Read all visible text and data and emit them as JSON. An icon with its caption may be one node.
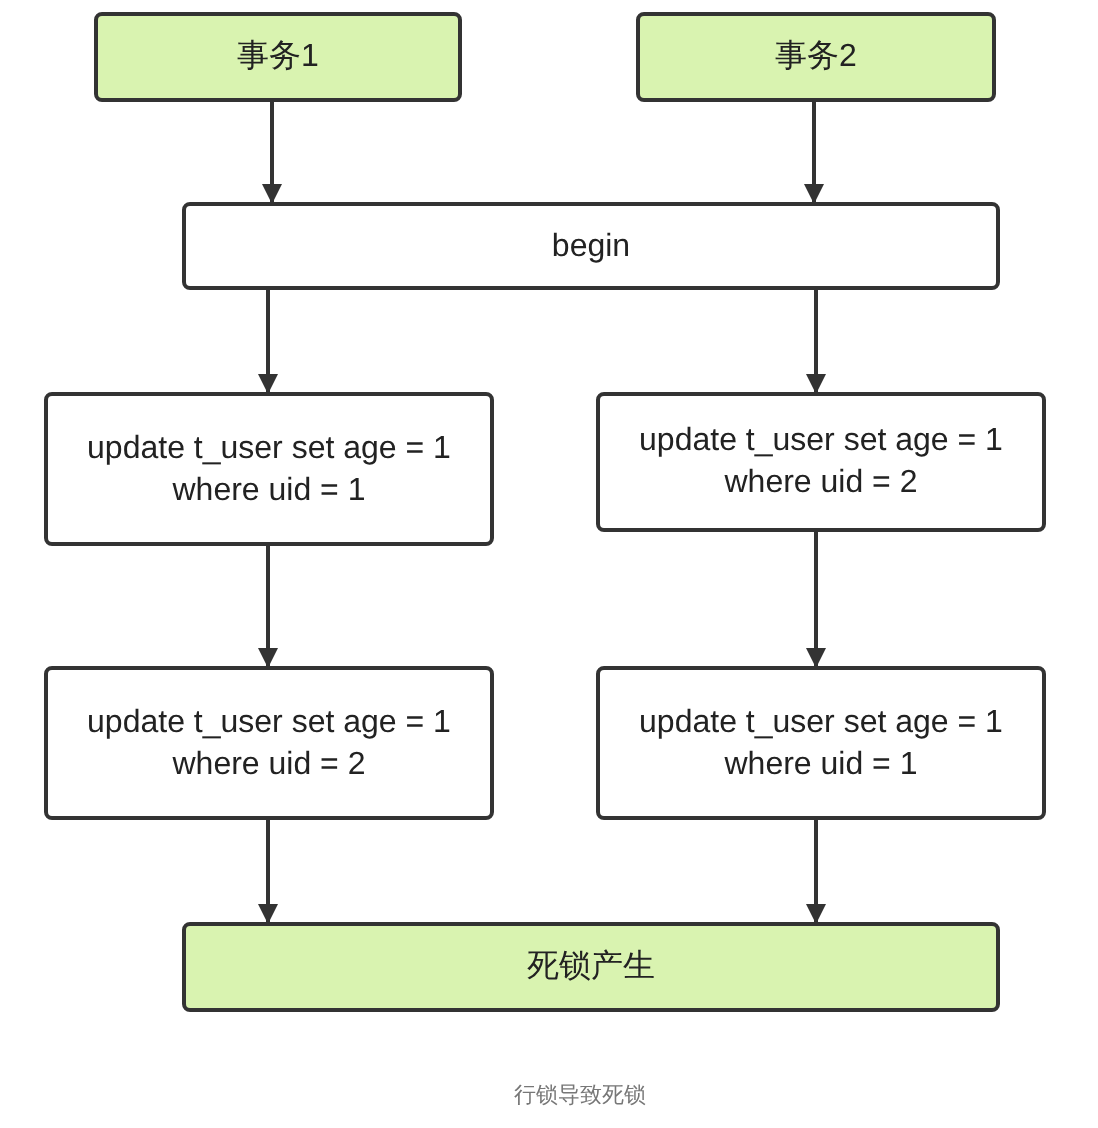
{
  "diagram": {
    "caption": "行锁导致死锁",
    "nodes": [
      {
        "text": [
          "事务1"
        ]
      },
      {
        "text": [
          "事务2"
        ]
      },
      {
        "text": [
          "begin"
        ]
      },
      {
        "text": [
          "update t_user set age = 1 where uid = 1"
        ]
      },
      {
        "text": [
          "update t_user set age = 1 where uid = 2"
        ]
      },
      {
        "text": [
          "update t_user set age = 1 where uid = 2"
        ]
      },
      {
        "text": [
          "update t_user set age = 1 where uid = 1"
        ]
      },
      {
        "text": [
          "死锁产生"
        ]
      }
    ],
    "edges": [
      {
        "from": 0,
        "to": 2,
        "arrow": "to"
      },
      {
        "from": 1,
        "to": 2,
        "arrow": "to"
      },
      {
        "from": 2,
        "to": 3,
        "arrow": "to"
      },
      {
        "from": 2,
        "to": 4,
        "arrow": "to"
      },
      {
        "from": 3,
        "to": 5,
        "arrow": "to"
      },
      {
        "from": 4,
        "to": 6,
        "arrow": "to"
      },
      {
        "from": 5,
        "to": 7,
        "arrow": "to"
      },
      {
        "from": 6,
        "to": 7,
        "arrow": "to"
      }
    ]
  }
}
